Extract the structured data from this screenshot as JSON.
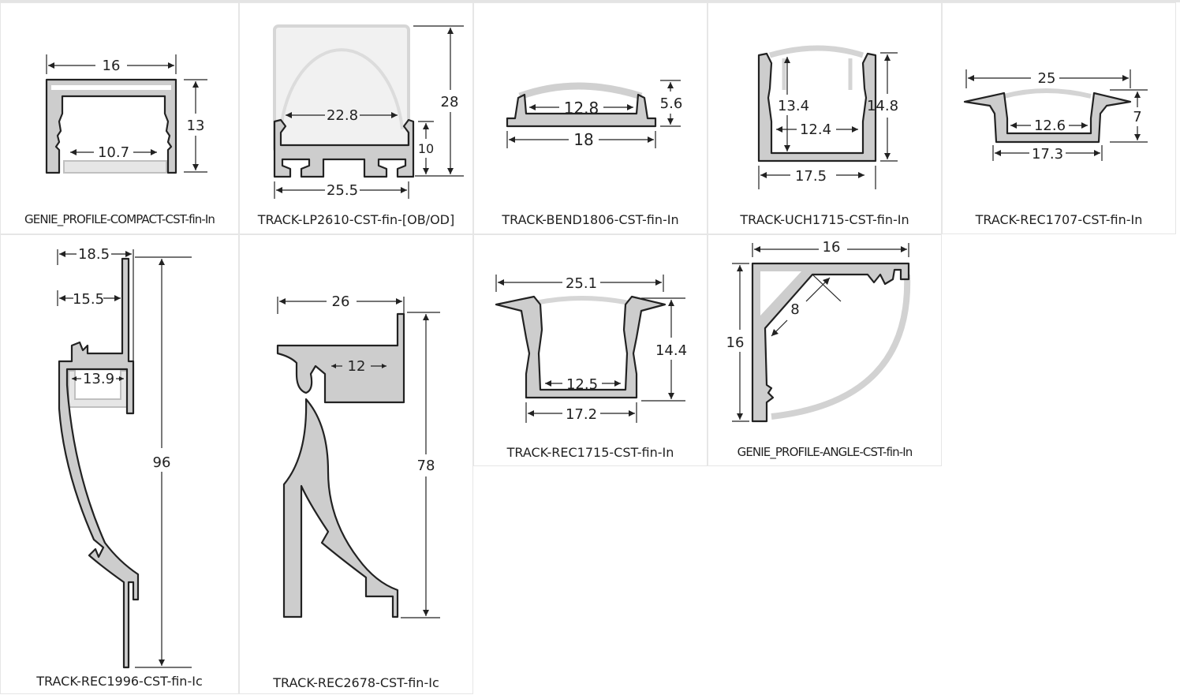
{
  "profiles": [
    {
      "name": "GENIE_PROFILE-COMPACT-CST-fin-In",
      "dims": [
        "16",
        "13",
        "10.7"
      ]
    },
    {
      "name": "TRACK-LP2610-CST-fin-[OB/OD]",
      "dims": [
        "28",
        "22.8",
        "10",
        "25.5"
      ]
    },
    {
      "name": "TRACK-BEND1806-CST-fin-In",
      "dims": [
        "12.8",
        "5.6",
        "18"
      ]
    },
    {
      "name": "TRACK-UCH1715-CST-fin-In",
      "dims": [
        "13.4",
        "14.8",
        "12.4",
        "17.5"
      ]
    },
    {
      "name": "TRACK-REC1707-CST-fin-In",
      "dims": [
        "25",
        "7",
        "12.6",
        "17.3"
      ]
    },
    {
      "name": "TRACK-REC1996-CST-fin-Ic",
      "dims": [
        "18.5",
        "15.5",
        "13.9",
        "96"
      ]
    },
    {
      "name": "TRACK-REC2678-CST-fin-Ic",
      "dims": [
        "26",
        "12",
        "78"
      ]
    },
    {
      "name": "TRACK-REC1715-CST-fin-In",
      "dims": [
        "25.1",
        "14.4",
        "12.5",
        "17.2"
      ]
    },
    {
      "name": "GENIE_PROFILE-ANGLE-CST-fin-In",
      "dims": [
        "16",
        "8",
        "16"
      ]
    }
  ]
}
